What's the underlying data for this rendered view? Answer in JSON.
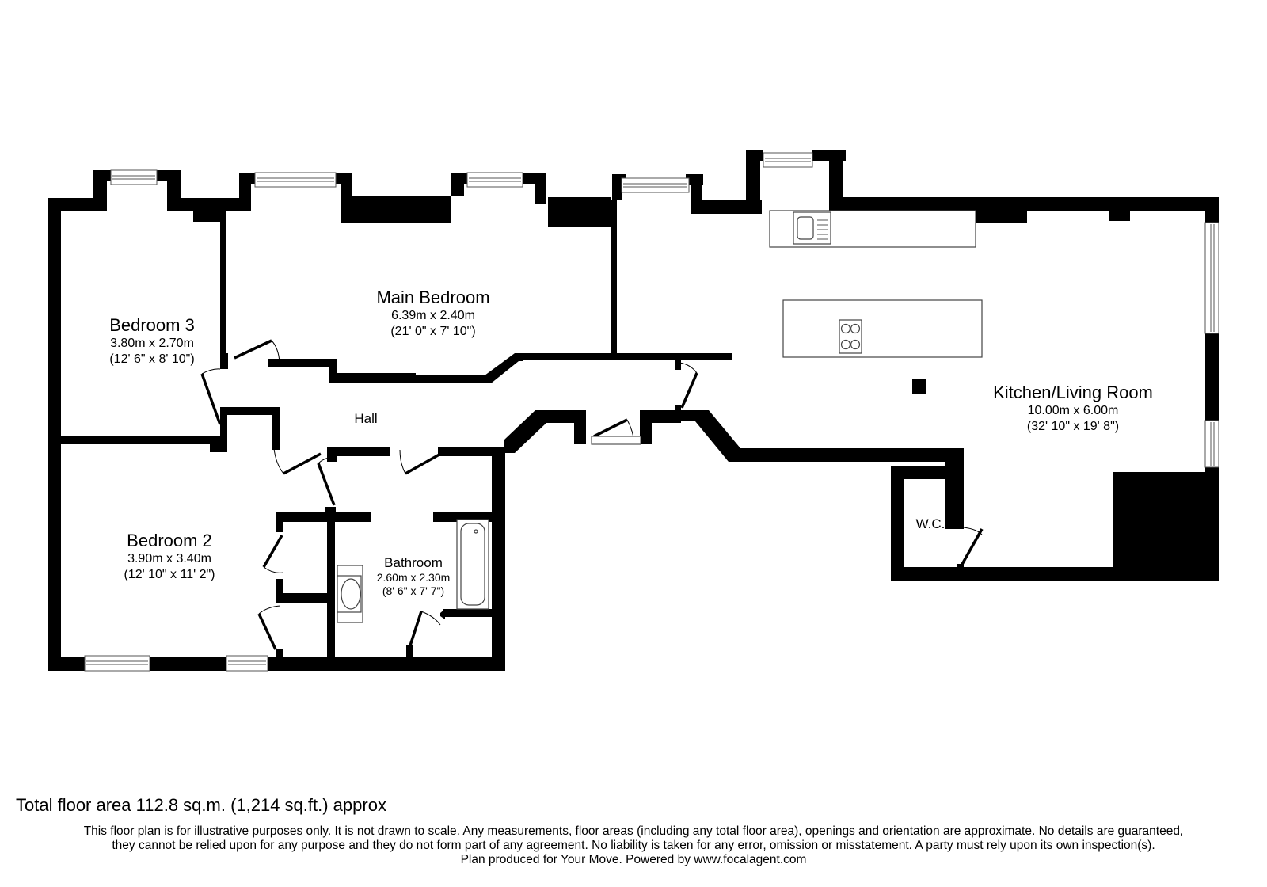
{
  "rooms": [
    {
      "id": "bedroom3",
      "name": "Bedroom 3",
      "metric": "3.80m x 2.70m",
      "imperial": "(12' 6\" x 8' 10\")"
    },
    {
      "id": "main-bedroom",
      "name": "Main Bedroom",
      "metric": "6.39m x 2.40m",
      "imperial": "(21' 0\" x 7' 10\")"
    },
    {
      "id": "kitchen-living",
      "name": "Kitchen/Living Room",
      "metric": "10.00m x 6.00m",
      "imperial": "(32' 10\" x 19' 8\")"
    },
    {
      "id": "bedroom2",
      "name": "Bedroom 2",
      "metric": "3.90m x 3.40m",
      "imperial": "(12' 10\" x 11' 2\")"
    },
    {
      "id": "bathroom",
      "name": "Bathroom",
      "metric": "2.60m x 2.30m",
      "imperial": "(8' 6\" x 7' 7\")"
    },
    {
      "id": "hall",
      "name": "Hall"
    },
    {
      "id": "wc",
      "name": "W.C."
    }
  ],
  "icons": [
    "sink-icon",
    "hob-icon",
    "bath-icon",
    "toilet-icon",
    "window-icon",
    "door-icon",
    "column-icon"
  ],
  "footer": {
    "total_area": "Total floor area 112.8 sq.m. (1,214 sq.ft.) approx",
    "disclaimer_lines": [
      "This floor plan is for illustrative purposes only. It is not drawn to scale. Any measurements, floor areas (including any total floor area), openings and orientation are approximate. No details are guaranteed,",
      "they cannot be relied upon for any purpose and they do not form part of any agreement. No liability is taken for any error, omission or misstatement. A party must rely upon its own inspection(s).",
      "Plan produced for Your Move. Powered by www.focalagent.com"
    ]
  },
  "colors": {
    "wall": "#000000",
    "background": "#ffffff",
    "fixture_outline": "#444444"
  }
}
